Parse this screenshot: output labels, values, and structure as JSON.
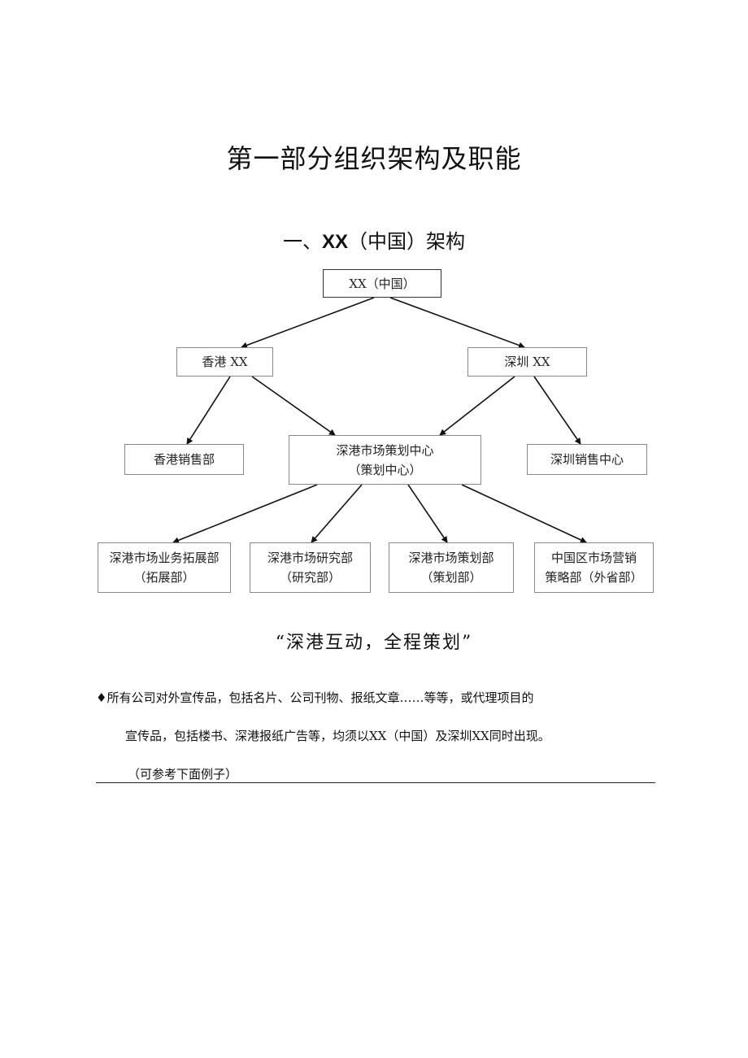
{
  "title": "第一部分组织架构及职能",
  "section_heading": {
    "prefix": "一、",
    "brand": "XX",
    "suffix": "（中国）架构"
  },
  "org_chart": {
    "root": {
      "line1": "XX（中国）"
    },
    "hk": {
      "line1": "香港 XX"
    },
    "sz": {
      "line1": "深圳 XX"
    },
    "hk_sales": {
      "line1": "香港销售部"
    },
    "center": {
      "line1": "深港市场策划中心",
      "line2": "（策划中心）"
    },
    "sz_sales": {
      "line1": "深圳销售中心"
    },
    "expansion": {
      "line1": "深港市场业务拓展部",
      "line2": "（拓展部）"
    },
    "research": {
      "line1": "深港市场研究部",
      "line2": "（研究部）"
    },
    "planning": {
      "line1": "深港市场策划部",
      "line2": "（策划部）"
    },
    "china": {
      "line1": "中国区市场营销",
      "line2": "策略部（外省部）"
    }
  },
  "slogan": "“深港互动，全程策划”",
  "paragraph": {
    "bullet": "♦",
    "line1": "所有公司对外宣传品，包括名片、公司刊物、报纸文章……等等，或代理项目的",
    "line2": "宣传品，包括楼书、深港报纸广告等，均须以XX（中国）及深圳XX同时出现。",
    "note": "（可参考下面例子）"
  }
}
